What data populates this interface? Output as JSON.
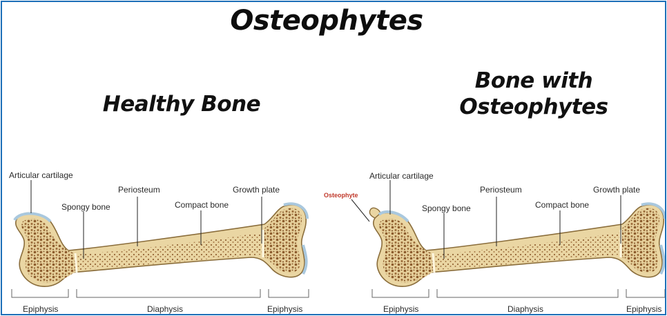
{
  "title": "Osteophytes",
  "left_heading": "Healthy Bone",
  "right_heading_line1": "Bone with",
  "right_heading_line2": "Osteophytes",
  "left_labels": {
    "articular_cartilage": "Articular cartilage",
    "spongy_bone": "Spongy bone",
    "periosteum": "Periosteum",
    "compact_bone": "Compact bone",
    "growth_plate": "Growth plate",
    "epiphysis_left": "Epiphysis",
    "diaphysis": "Diaphysis",
    "epiphysis_right": "Epiphysis"
  },
  "right_labels": {
    "osteophyte": "Osteophyte",
    "articular_cartilage": "Articular cartilage",
    "spongy_bone": "Spongy bone",
    "periosteum": "Periosteum",
    "compact_bone": "Compact bone",
    "growth_plate": "Growth plate",
    "epiphysis_left": "Epiphysis",
    "diaphysis": "Diaphysis",
    "epiphysis_right": "Epiphysis"
  },
  "colors": {
    "frame": "#1d6fb8",
    "bone_fill": "#ead6a3",
    "bone_outline": "#8a6d3b",
    "spongy": "#8b5a2b",
    "cartilage": "#a9c8de",
    "osteophyte_label": "#c0392b"
  }
}
